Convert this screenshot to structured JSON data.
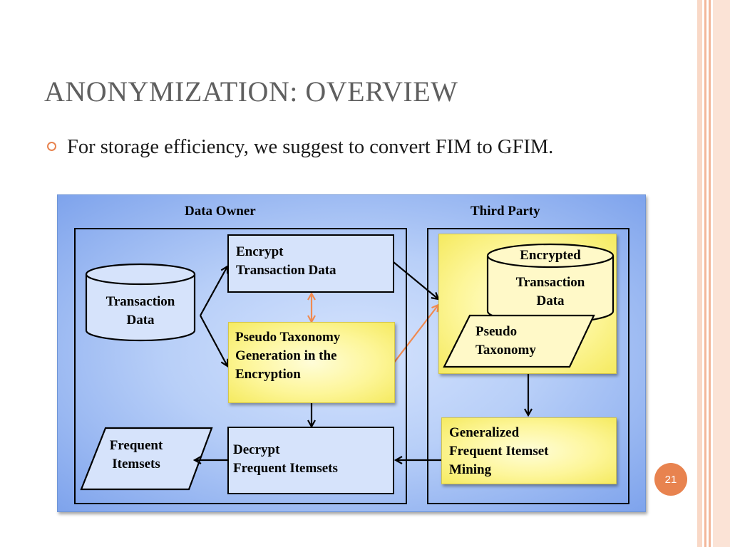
{
  "slide": {
    "title": "ANONYMIZATION: OVERVIEW",
    "bullet_text": "For storage efficiency, we suggest to convert FIM to GFIM.",
    "slide_number": "21"
  },
  "diagram": {
    "data_owner_label": "Data Owner",
    "third_party_label": "Third Party",
    "transaction_data": [
      "Transaction",
      "Data"
    ],
    "encrypt_box": [
      "Encrypt",
      "Transaction Data"
    ],
    "pseudo_taxonomy_generation": [
      "Pseudo Taxonomy",
      "Generation in the",
      "Encryption"
    ],
    "decrypt_box": [
      "Decrypt",
      "Frequent Itemsets"
    ],
    "frequent_itemsets": [
      "Frequent",
      "Itemsets"
    ],
    "encrypted_db": [
      "Encrypted",
      "Transaction",
      "Data"
    ],
    "pseudo_taxonomy": [
      "Pseudo",
      "Taxonomy"
    ],
    "gfim_box": [
      "Generalized",
      "Frequent Itemset",
      "Mining"
    ]
  },
  "colors": {
    "accent_orange": "#e8834f",
    "title_gray": "#5f5f5f",
    "diagram_blue": "#b8cff8",
    "highlight_yellow": "#fdf69a"
  }
}
